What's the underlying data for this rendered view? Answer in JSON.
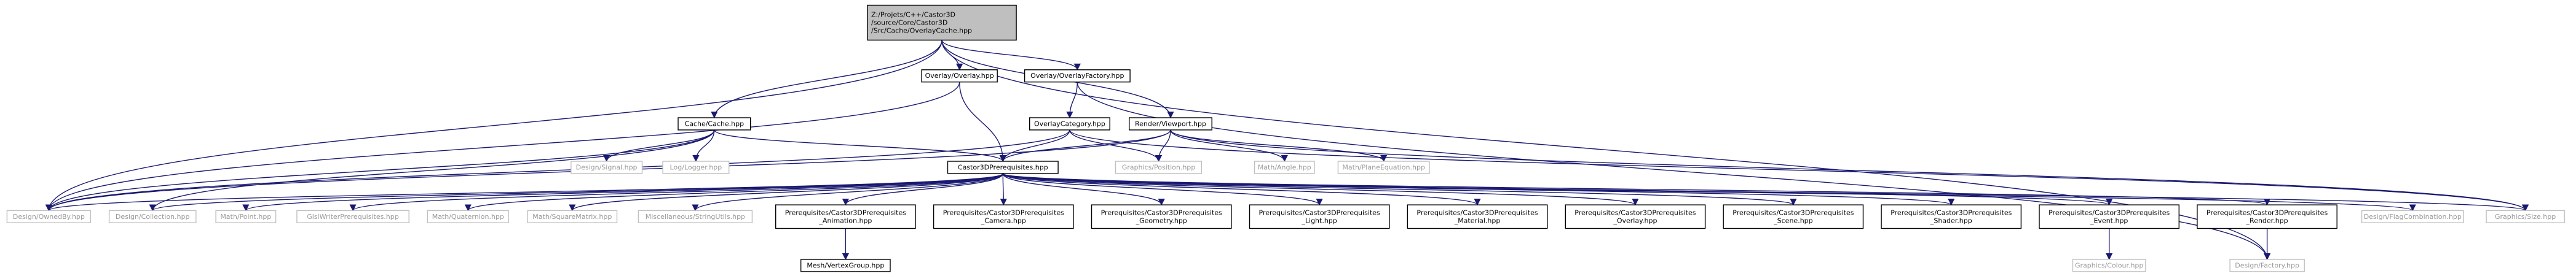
{
  "colors": {
    "root_fill": "#bfbfbf",
    "node_fill": "#ffffff",
    "node_border": "#000000",
    "ext_border": "#bfbfbf",
    "ext_text": "#9a9a9a",
    "edge": "#191970"
  },
  "nodes": [
    {
      "id": "root",
      "lines": [
        "Z:/Projets/C++/Castor3D",
        "/source/Core/Castor3D",
        "/Src/Cache/OverlayCache.hpp"
      ],
      "kind": "root"
    },
    {
      "id": "overlay",
      "lines": [
        "Overlay/Overlay.hpp"
      ],
      "kind": "doc"
    },
    {
      "id": "overlayfactory",
      "lines": [
        "Overlay/OverlayFactory.hpp"
      ],
      "kind": "doc"
    },
    {
      "id": "cache",
      "lines": [
        "Cache/Cache.hpp"
      ],
      "kind": "doc"
    },
    {
      "id": "overlaycategory",
      "lines": [
        "OverlayCategory.hpp"
      ],
      "kind": "doc"
    },
    {
      "id": "viewport",
      "lines": [
        "Render/Viewport.hpp"
      ],
      "kind": "doc"
    },
    {
      "id": "signal",
      "lines": [
        "Design/Signal.hpp"
      ],
      "kind": "ext"
    },
    {
      "id": "logger",
      "lines": [
        "Log/Logger.hpp"
      ],
      "kind": "ext"
    },
    {
      "id": "castorprereq",
      "lines": [
        "Castor3DPrerequisites.hpp"
      ],
      "kind": "doc"
    },
    {
      "id": "position",
      "lines": [
        "Graphics/Position.hpp"
      ],
      "kind": "ext"
    },
    {
      "id": "angle",
      "lines": [
        "Math/Angle.hpp"
      ],
      "kind": "ext"
    },
    {
      "id": "planeeq",
      "lines": [
        "Math/PlaneEquation.hpp"
      ],
      "kind": "ext"
    },
    {
      "id": "ownedby",
      "lines": [
        "Design/OwnedBy.hpp"
      ],
      "kind": "ext"
    },
    {
      "id": "collection",
      "lines": [
        "Design/Collection.hpp"
      ],
      "kind": "ext"
    },
    {
      "id": "point",
      "lines": [
        "Math/Point.hpp"
      ],
      "kind": "ext"
    },
    {
      "id": "glsl",
      "lines": [
        "GlslWriterPrerequisites.hpp"
      ],
      "kind": "ext"
    },
    {
      "id": "quaternion",
      "lines": [
        "Math/Quaternion.hpp"
      ],
      "kind": "ext"
    },
    {
      "id": "squarematrix",
      "lines": [
        "Math/SquareMatrix.hpp"
      ],
      "kind": "ext"
    },
    {
      "id": "strutils",
      "lines": [
        "Miscellaneous/StringUtils.hpp"
      ],
      "kind": "ext"
    },
    {
      "id": "animation",
      "lines": [
        "Prerequisites/Castor3DPrerequisites",
        "_Animation.hpp"
      ],
      "kind": "doc"
    },
    {
      "id": "camera",
      "lines": [
        "Prerequisites/Castor3DPrerequisites",
        "_Camera.hpp"
      ],
      "kind": "doc"
    },
    {
      "id": "geometry",
      "lines": [
        "Prerequisites/Castor3DPrerequisites",
        "_Geometry.hpp"
      ],
      "kind": "doc"
    },
    {
      "id": "light",
      "lines": [
        "Prerequisites/Castor3DPrerequisites",
        "_Light.hpp"
      ],
      "kind": "doc"
    },
    {
      "id": "material",
      "lines": [
        "Prerequisites/Castor3DPrerequisites",
        "_Material.hpp"
      ],
      "kind": "doc"
    },
    {
      "id": "overlayprereq",
      "lines": [
        "Prerequisites/Castor3DPrerequisites",
        "_Overlay.hpp"
      ],
      "kind": "doc"
    },
    {
      "id": "scene",
      "lines": [
        "Prerequisites/Castor3DPrerequisites",
        "_Scene.hpp"
      ],
      "kind": "doc"
    },
    {
      "id": "shader",
      "lines": [
        "Prerequisites/Castor3DPrerequisites",
        "_Shader.hpp"
      ],
      "kind": "doc"
    },
    {
      "id": "event",
      "lines": [
        "Prerequisites/Castor3DPrerequisites",
        "_Event.hpp"
      ],
      "kind": "doc"
    },
    {
      "id": "render",
      "lines": [
        "Prerequisites/Castor3DPrerequisites",
        "_Render.hpp"
      ],
      "kind": "doc"
    },
    {
      "id": "flagcomb",
      "lines": [
        "Design/FlagCombination.hpp"
      ],
      "kind": "ext"
    },
    {
      "id": "size",
      "lines": [
        "Graphics/Size.hpp"
      ],
      "kind": "ext"
    },
    {
      "id": "vertexgroup",
      "lines": [
        "Mesh/VertexGroup.hpp"
      ],
      "kind": "doc"
    },
    {
      "id": "colour",
      "lines": [
        "Graphics/Colour.hpp"
      ],
      "kind": "ext"
    },
    {
      "id": "factory",
      "lines": [
        "Design/Factory.hpp"
      ],
      "kind": "ext"
    }
  ],
  "edges": [
    [
      "root",
      "overlay"
    ],
    [
      "root",
      "overlayfactory"
    ],
    [
      "root",
      "cache"
    ],
    [
      "root",
      "viewport"
    ],
    [
      "root",
      "ownedby"
    ],
    [
      "root",
      "factory"
    ],
    [
      "overlay",
      "castorprereq"
    ],
    [
      "overlay",
      "ownedby"
    ],
    [
      "overlayfactory",
      "overlaycategory"
    ],
    [
      "overlayfactory",
      "factory"
    ],
    [
      "overlaycategory",
      "castorprereq"
    ],
    [
      "overlaycategory",
      "position"
    ],
    [
      "overlaycategory",
      "size"
    ],
    [
      "overlaycategory",
      "ownedby"
    ],
    [
      "cache",
      "signal"
    ],
    [
      "cache",
      "logger"
    ],
    [
      "cache",
      "castorprereq"
    ],
    [
      "cache",
      "ownedby"
    ],
    [
      "cache",
      "collection"
    ],
    [
      "viewport",
      "castorprereq"
    ],
    [
      "viewport",
      "position"
    ],
    [
      "viewport",
      "angle"
    ],
    [
      "viewport",
      "planeeq"
    ],
    [
      "viewport",
      "size"
    ],
    [
      "viewport",
      "ownedby"
    ],
    [
      "castorprereq",
      "ownedby"
    ],
    [
      "castorprereq",
      "collection"
    ],
    [
      "castorprereq",
      "point"
    ],
    [
      "castorprereq",
      "glsl"
    ],
    [
      "castorprereq",
      "quaternion"
    ],
    [
      "castorprereq",
      "squarematrix"
    ],
    [
      "castorprereq",
      "strutils"
    ],
    [
      "castorprereq",
      "animation"
    ],
    [
      "castorprereq",
      "camera"
    ],
    [
      "castorprereq",
      "geometry"
    ],
    [
      "castorprereq",
      "light"
    ],
    [
      "castorprereq",
      "material"
    ],
    [
      "castorprereq",
      "overlayprereq"
    ],
    [
      "castorprereq",
      "scene"
    ],
    [
      "castorprereq",
      "shader"
    ],
    [
      "castorprereq",
      "event"
    ],
    [
      "castorprereq",
      "render"
    ],
    [
      "castorprereq",
      "flagcomb"
    ],
    [
      "castorprereq",
      "size"
    ],
    [
      "animation",
      "vertexgroup"
    ],
    [
      "event",
      "colour"
    ],
    [
      "render",
      "factory"
    ]
  ]
}
